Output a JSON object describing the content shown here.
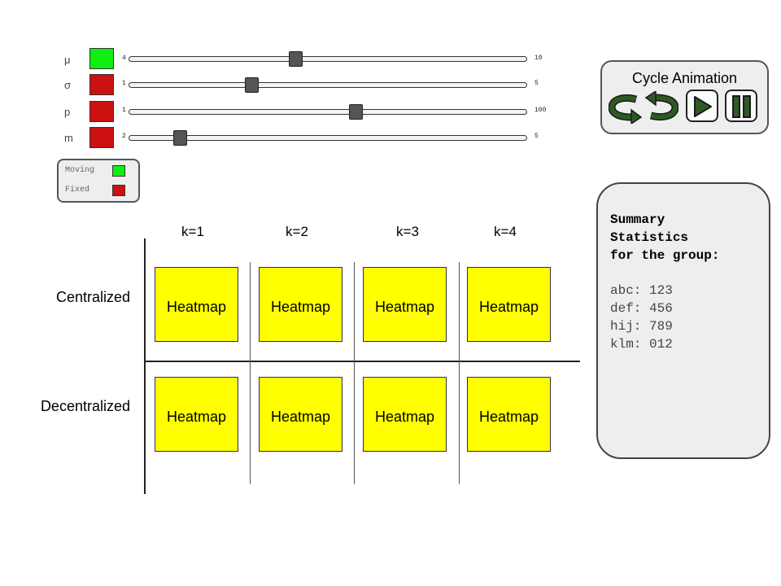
{
  "colors": {
    "moving": "#11ee11",
    "fixed": "#cc1111",
    "heatmap": "#ffff00",
    "control_icon": "#2d5a22"
  },
  "parameters": [
    {
      "label": "μ",
      "state": "moving",
      "min": "4",
      "max": "10",
      "value_fraction": 0.42
    },
    {
      "label": "σ",
      "state": "fixed",
      "min": "1",
      "max": "5",
      "value_fraction": 0.31
    },
    {
      "label": "p",
      "state": "fixed",
      "min": "1",
      "max": "100",
      "value_fraction": 0.57
    },
    {
      "label": "m",
      "state": "fixed",
      "min": "2",
      "max": "5",
      "value_fraction": 0.13
    }
  ],
  "legend": {
    "moving_label": "Moving",
    "fixed_label": "Fixed"
  },
  "cycle_panel": {
    "title": "Cycle Animation",
    "icons": [
      "cycle-arrows-icon",
      "play-icon",
      "pause-icon"
    ]
  },
  "summary": {
    "title": "Summary\nStatistics\nfor the group:",
    "stats": [
      "abc: 123",
      "def: 456",
      "hij: 789",
      "klm: 012"
    ]
  },
  "grid": {
    "columns": [
      "k=1",
      "k=2",
      "k=3",
      "k=4"
    ],
    "rows": [
      "Centralized",
      "Decentralized"
    ],
    "cell_label": "Heatmap"
  }
}
